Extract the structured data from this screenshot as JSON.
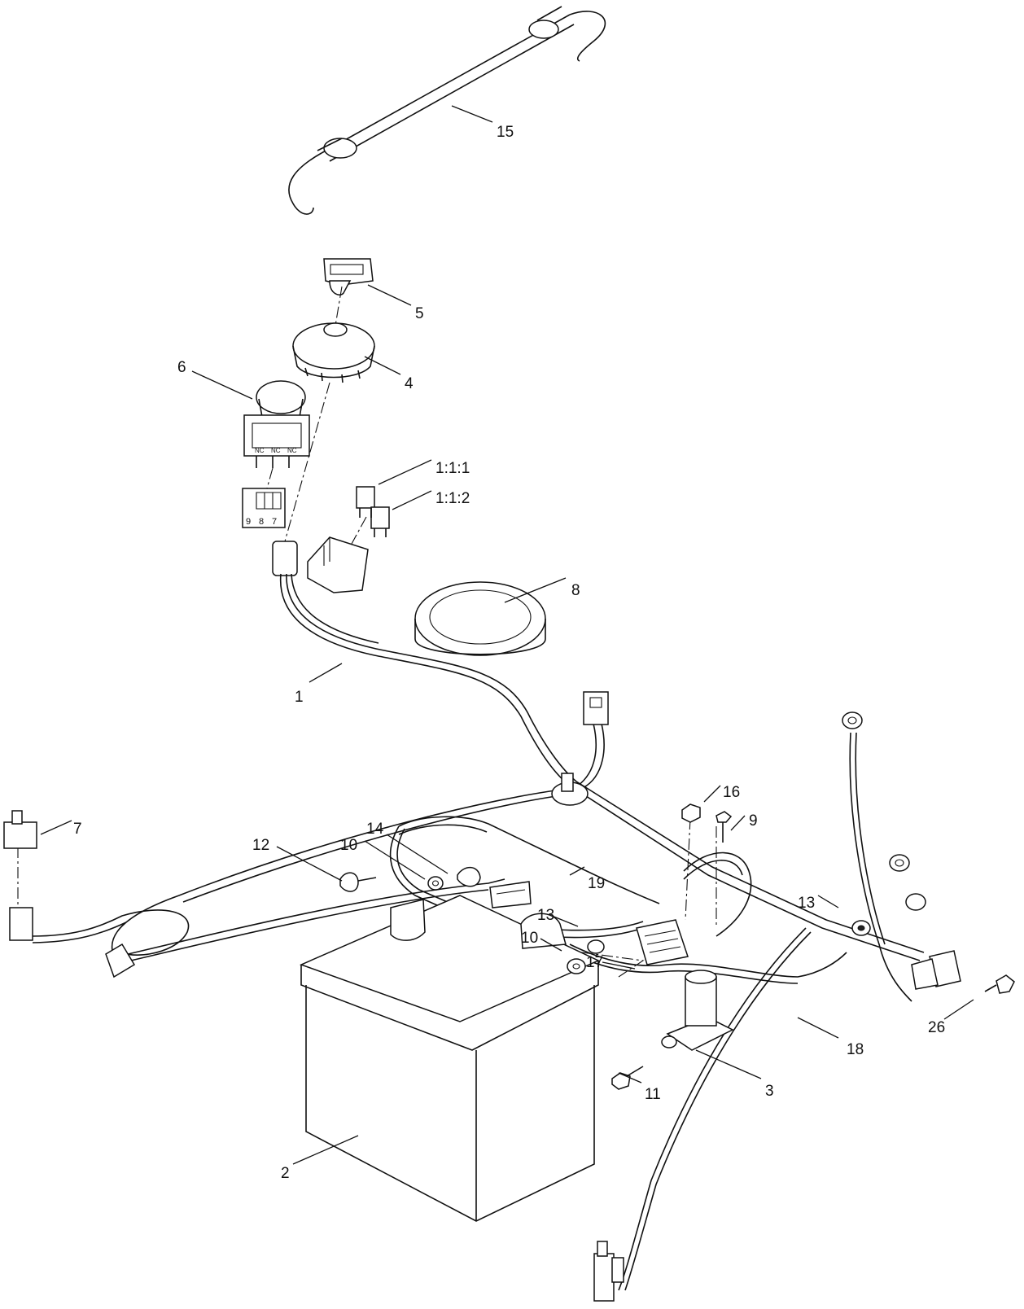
{
  "callouts": [
    {
      "id": "c15",
      "label": "15"
    },
    {
      "id": "c5",
      "label": "5"
    },
    {
      "id": "c4",
      "label": "4"
    },
    {
      "id": "c6",
      "label": "6"
    },
    {
      "id": "c111",
      "label": "1:1:1"
    },
    {
      "id": "c112",
      "label": "1:1:2"
    },
    {
      "id": "c8",
      "label": "8"
    },
    {
      "id": "c1",
      "label": "1"
    },
    {
      "id": "c16",
      "label": "16"
    },
    {
      "id": "c9",
      "label": "9"
    },
    {
      "id": "c7",
      "label": "7"
    },
    {
      "id": "c14",
      "label": "14"
    },
    {
      "id": "c10a",
      "label": "10"
    },
    {
      "id": "c12",
      "label": "12"
    },
    {
      "id": "c19",
      "label": "19"
    },
    {
      "id": "c13a",
      "label": "13"
    },
    {
      "id": "c13b",
      "label": "13"
    },
    {
      "id": "c10b",
      "label": "10"
    },
    {
      "id": "c17",
      "label": "17"
    },
    {
      "id": "c26",
      "label": "26"
    },
    {
      "id": "c18",
      "label": "18"
    },
    {
      "id": "c11",
      "label": "11"
    },
    {
      "id": "c3",
      "label": "3"
    },
    {
      "id": "c2",
      "label": "2"
    }
  ],
  "switch_marks": {
    "nc": "NC",
    "pins": [
      "9",
      "8",
      "7"
    ]
  }
}
